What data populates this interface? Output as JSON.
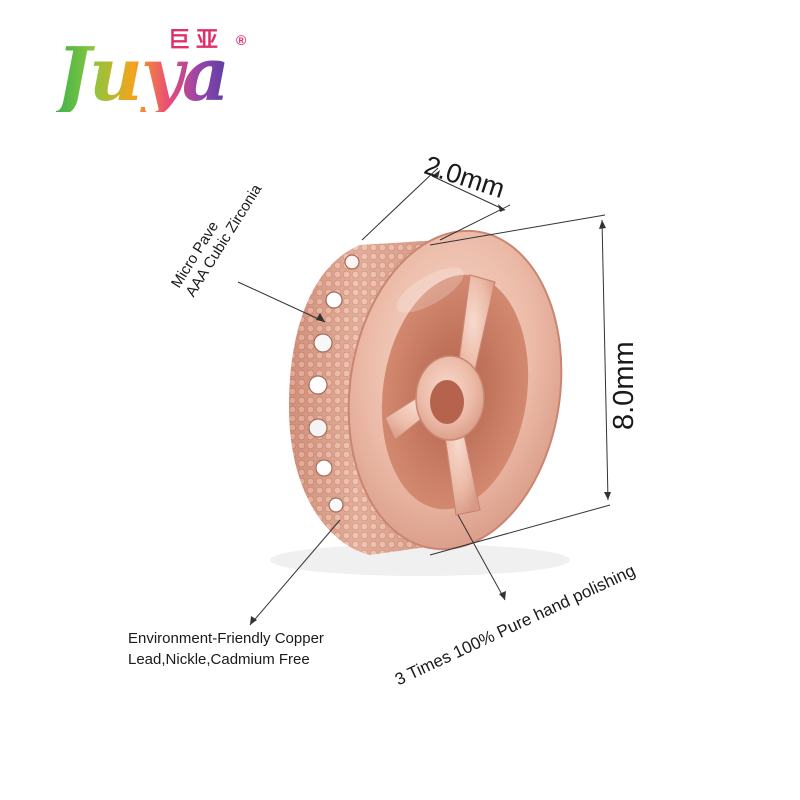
{
  "logo": {
    "latin": "Juya",
    "chinese": "巨亚",
    "registered": "®"
  },
  "annotations": {
    "pave_line1": "Micro Pave",
    "pave_line2": "AAA Cubic Zirconia",
    "width": "2.0mm",
    "diameter": "8.0mm",
    "copper_line1": "Environment-Friendly Copper",
    "copper_line2": "Lead,Nickle,Cadmium Free",
    "polish": "3 Times 100% Pure hand polishing"
  },
  "colors": {
    "rose_gold": "#e9b3a0",
    "rose_gold_dark": "#c9826c",
    "rose_gold_light": "#f6d6c9",
    "line": "#333333"
  }
}
